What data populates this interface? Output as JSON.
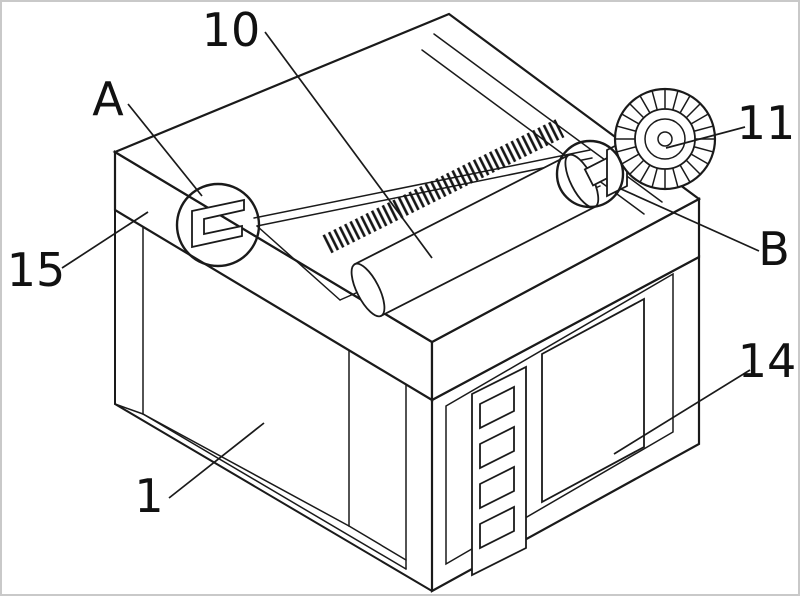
{
  "figure": {
    "background_color": "#ffffff",
    "line_color": "#1a1a1a",
    "reference_labels": {
      "ref_10": "10",
      "ref_a": "A",
      "ref_11": "11",
      "ref_b": "B",
      "ref_14": "14",
      "ref_15": "15",
      "ref_1": "1"
    }
  }
}
